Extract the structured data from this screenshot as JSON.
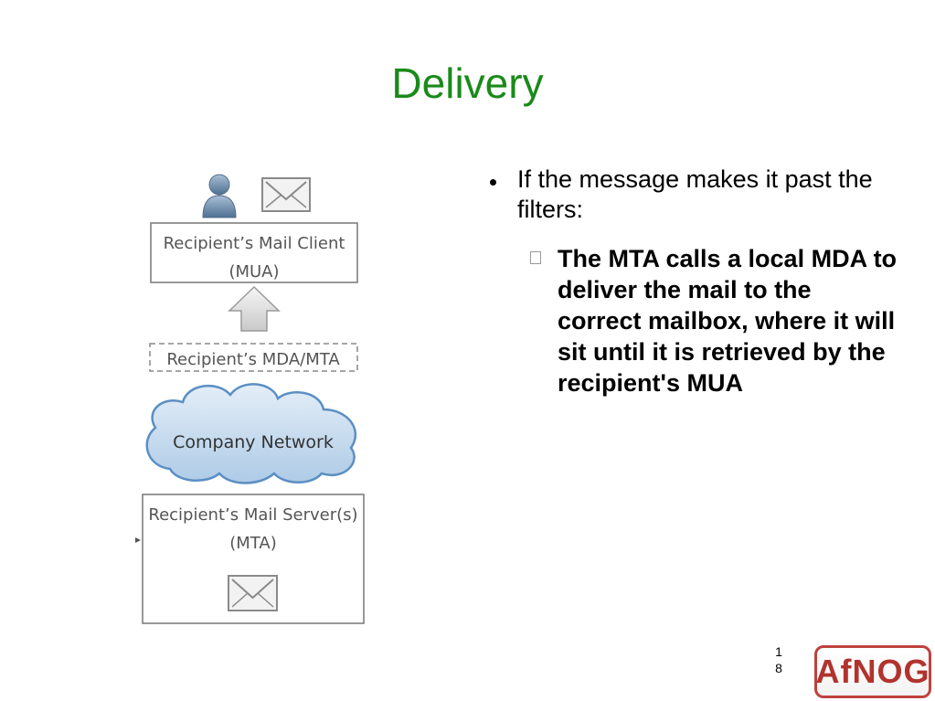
{
  "slide": {
    "title": "Delivery",
    "page_number": "18",
    "page_number_lines": [
      "1",
      "8"
    ]
  },
  "diagram": {
    "mail_client_line1": "Recipient’s Mail Client",
    "mail_client_line2": "(MUA)",
    "mda_mta": "Recipient’s MDA/MTA",
    "network": "Company Network",
    "mail_server_line1": "Recipient’s Mail Server(s)",
    "mail_server_line2": "(MTA)"
  },
  "bullets": {
    "level1": "If the message makes it past the filters:",
    "level2": "The MTA calls a local MDA to deliver the mail to the correct mailbox, where it will sit until it is retrieved by the recipient's MUA"
  },
  "logo": {
    "text": "AfNOG"
  },
  "colors": {
    "title": "#1a8a1a",
    "cloud_fill": "#c9dcef",
    "cloud_stroke": "#5b8fc4",
    "logo": "#b2332e"
  }
}
